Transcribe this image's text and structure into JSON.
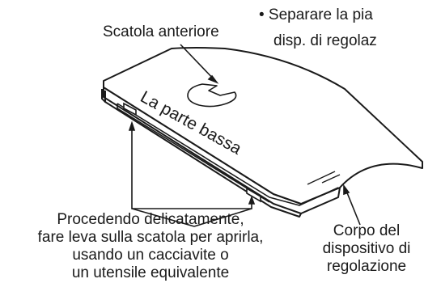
{
  "labels": {
    "bullet_line1": "• Separare la pia",
    "bullet_line2": "disp. di regolaz",
    "front_box": "Scatola anteriore",
    "bottom_part": "La parte bassa",
    "instructions": [
      "Procedendo delicatamente,",
      "fare leva sulla scatola per aprirla,",
      "usando un cacciavite o",
      "un utensile equivalente"
    ],
    "device_body": [
      "Corpo del",
      "dispositivo di",
      "regolazione"
    ]
  },
  "colors": {
    "ink": "#1a1a1a",
    "device_fill": "#ffffff",
    "device_shadow": "#d9d9d9"
  }
}
